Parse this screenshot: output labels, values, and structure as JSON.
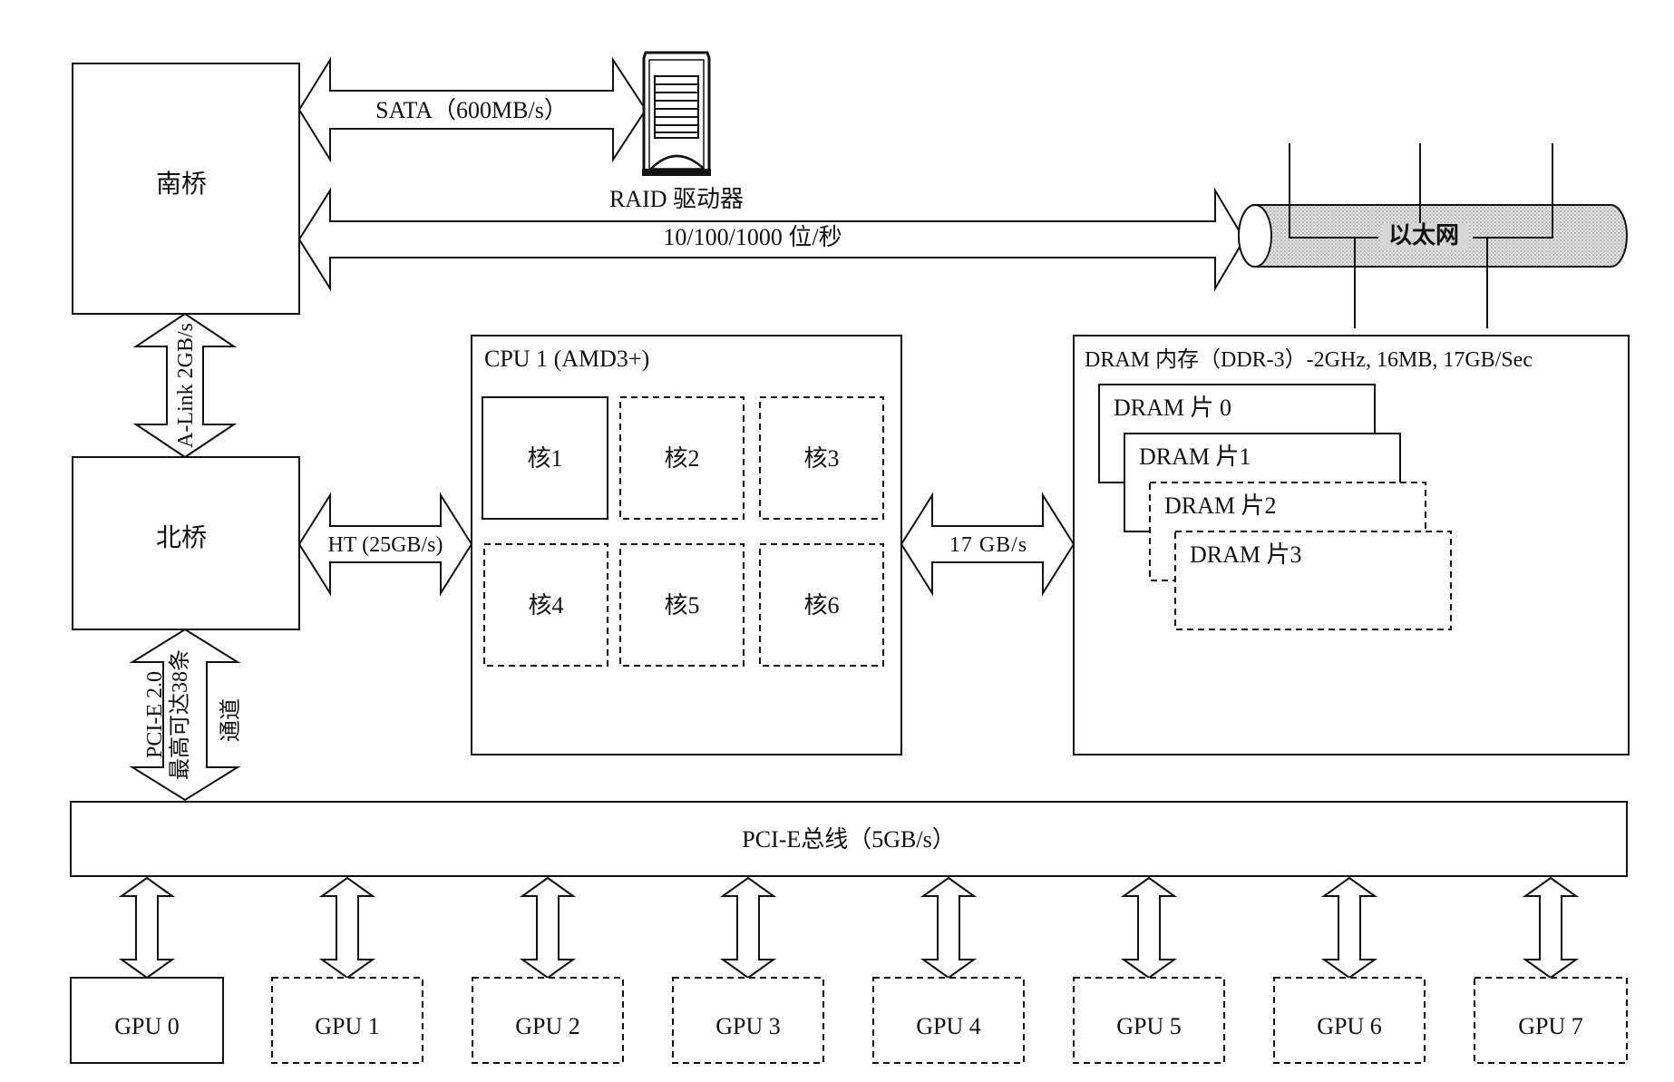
{
  "southbridge": {
    "label": "南桥"
  },
  "northbridge": {
    "label": "北桥"
  },
  "sata": {
    "label": "SATA（600MB/s）"
  },
  "raid": {
    "label": "RAID 驱动器"
  },
  "ethernet_link": {
    "label": "10/100/1000 位/秒"
  },
  "ethernet": {
    "label": "以太网"
  },
  "alink": {
    "label": "A-Link 2GB/s"
  },
  "pcie_link": {
    "line1": "PCI-E 2.0",
    "line2": "最高可达38条",
    "line3": "通道"
  },
  "ht": {
    "label": "HT (25GB/s)"
  },
  "mem_link": {
    "label": "17 GB/s"
  },
  "cpu": {
    "title": "CPU 1 (AMD3+)",
    "cores": [
      "核1",
      "核2",
      "核3",
      "核4",
      "核5",
      "核6"
    ]
  },
  "dram": {
    "title": "DRAM 内存（DDR-3）-2GHz, 16MB, 17GB/Sec",
    "slices": [
      "DRAM 片 0",
      "DRAM 片1",
      "DRAM 片2",
      "DRAM 片3"
    ]
  },
  "pcie_bus": {
    "label": "PCI-E总线（5GB/s）"
  },
  "gpus": [
    "GPU 0",
    "GPU 1",
    "GPU 2",
    "GPU 3",
    "GPU 4",
    "GPU 5",
    "GPU 6",
    "GPU 7"
  ]
}
